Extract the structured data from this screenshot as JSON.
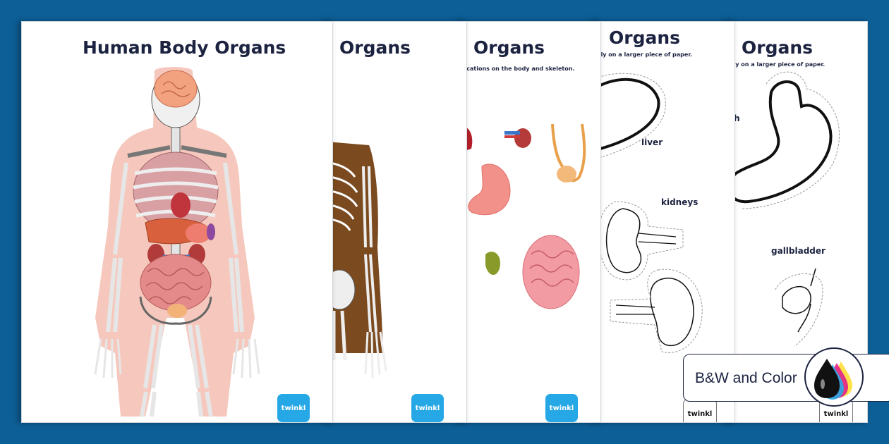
{
  "sheets": [
    {
      "title": "Human Body Organs",
      "logo": "twinkl"
    },
    {
      "title": "Organs",
      "logo": "twinkl"
    },
    {
      "title": "Organs",
      "subtitle": "locations on the body and skeleton.",
      "logo": "twinkl"
    },
    {
      "title": "Organs",
      "subtitle": "ctly on a larger piece of paper.",
      "labels": [
        "liver",
        "kidneys"
      ],
      "logo": "twinkl"
    },
    {
      "title": "Organs",
      "subtitle": "ctly on a larger piece of paper.",
      "labels": [
        "ch",
        "gallbladder"
      ],
      "logo": "twinkl"
    }
  ],
  "badge": {
    "text": "B&W and Color",
    "icon": "ink-drops-icon"
  },
  "colors": {
    "background": "#0d5f97",
    "logo": "#26a8e6",
    "skin": "#f6c8bd",
    "brown": "#7b4a1f"
  }
}
